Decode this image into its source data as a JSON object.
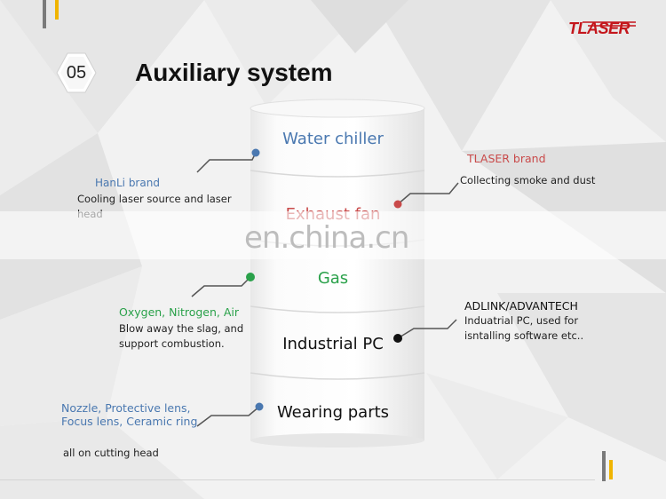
{
  "header": {
    "section_number": "05",
    "title": "Auxiliary system",
    "logo_text": "TLASER"
  },
  "layers": [
    {
      "label": "Water chiller",
      "color": "#4a78b0"
    },
    {
      "label": "Exhaust fan",
      "color": "#c94a4a"
    },
    {
      "label": "Gas",
      "color": "#2aa14a"
    },
    {
      "label": "Industrial PC",
      "color": "#111111"
    },
    {
      "label": "Wearing parts",
      "color": "#111111"
    }
  ],
  "callouts": {
    "water_chiller": {
      "brand": "HanLi brand",
      "desc_line1": "Cooling laser source and laser",
      "desc_line2": "head"
    },
    "exhaust_fan": {
      "brand": "TLASER brand",
      "desc": "Collecting smoke and dust"
    },
    "gas": {
      "brand": "Oxygen, Nitrogen, Air",
      "desc_line1": "Blow away the slag, and",
      "desc_line2": "support combustion."
    },
    "industrial_pc": {
      "brand": "ADLINK/ADVANTECH",
      "desc_line1": "Induatrial PC, used for",
      "desc_line2": "isntalling software etc.."
    },
    "wearing_parts": {
      "brand_line1": "Nozzle, Protective lens,",
      "brand_line2": "Focus lens, Ceramic ring",
      "desc": "all on cutting head"
    }
  },
  "watermark": "en.china.cn",
  "colors": {
    "accent_yellow": "#f0b400",
    "brand_red": "#c4161c",
    "blue": "#4a78b0",
    "red": "#c94a4a",
    "green": "#2aa14a"
  }
}
